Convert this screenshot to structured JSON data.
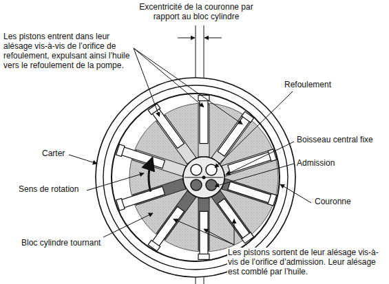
{
  "diagram": {
    "labels": [
      "Excentricité de la couronne par rapport au bloc cylindre",
      "Les pistons entrent dans leur alésage vis-à-vis de l’orifice de refoulement, expulsant ainsi l’huile vers le refoulement de la pompe.",
      "Refoulement",
      "Boisseau central fixe",
      "Admission",
      "Carter",
      "Sens de rotation",
      "Couronne",
      "Bloc cylindre tournant",
      "Les pistons sortent de leur alésage vis-à-vis de l’orifice d’admission. Leur alésage est comblé par l’huile."
    ]
  }
}
